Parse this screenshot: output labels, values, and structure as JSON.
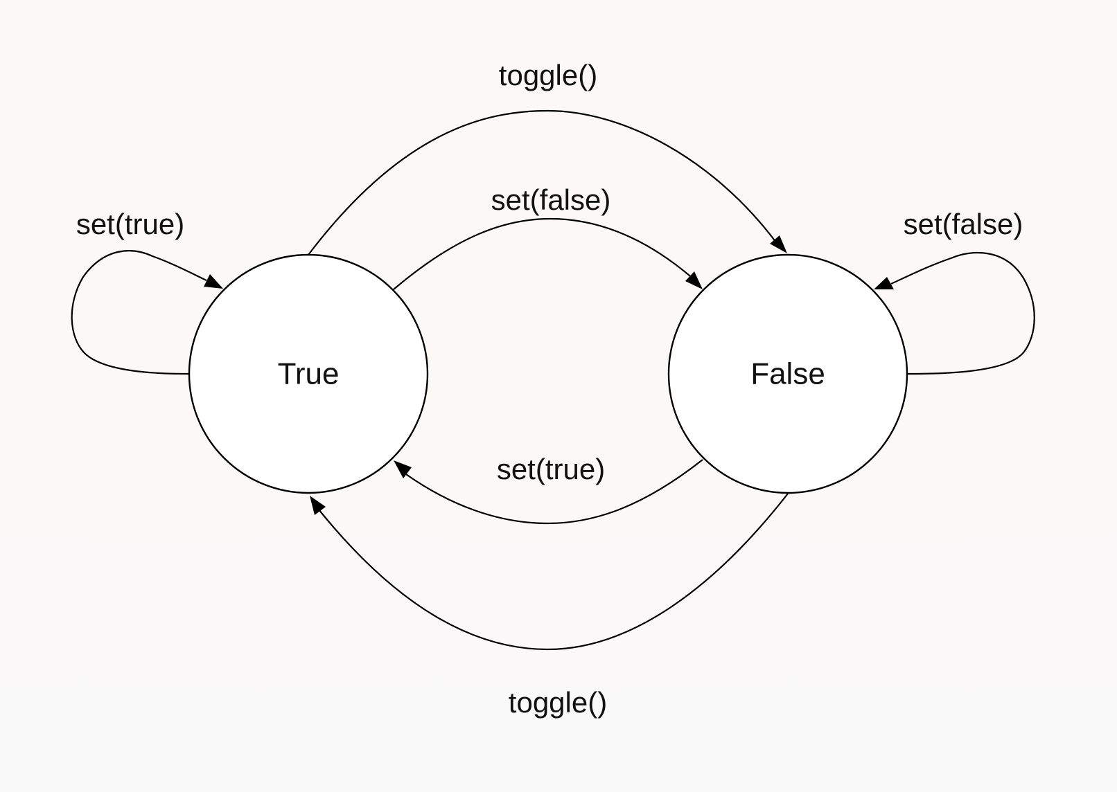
{
  "states": {
    "true": {
      "label": "True"
    },
    "false": {
      "label": "False"
    }
  },
  "edges": {
    "top_toggle": {
      "label": "toggle()",
      "from": "True",
      "to": "False"
    },
    "mid_set_false": {
      "label": "set(false)",
      "from": "True",
      "to": "False"
    },
    "mid_set_true": {
      "label": "set(true)",
      "from": "False",
      "to": "True"
    },
    "bottom_toggle": {
      "label": "toggle()",
      "from": "False",
      "to": "True"
    },
    "self_true": {
      "label": "set(true)",
      "from": "True",
      "to": "True"
    },
    "self_false": {
      "label": "set(false)",
      "from": "False",
      "to": "False"
    }
  },
  "colors": {
    "stroke": "#000000",
    "node_fill": "#ffffff",
    "background": "#fbf8f8"
  }
}
